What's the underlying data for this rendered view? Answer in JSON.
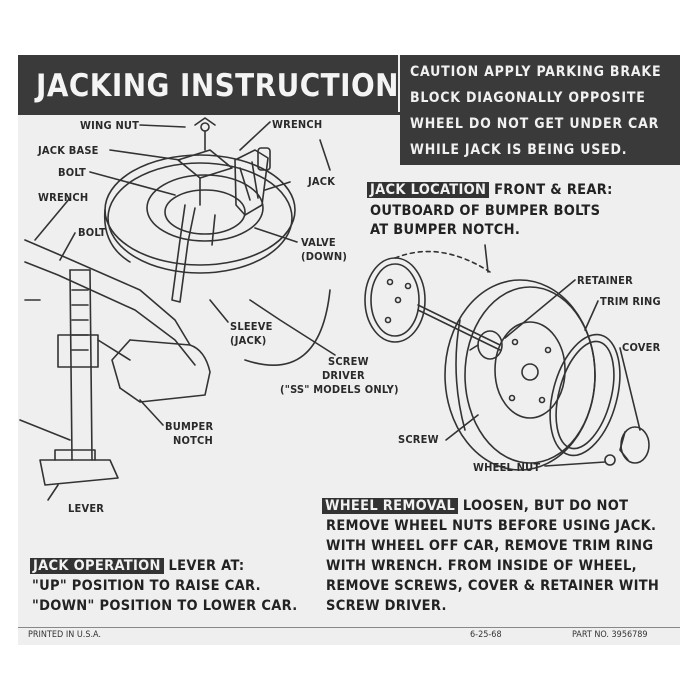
{
  "header": {
    "title": "JACKING INSTRUCTIONS",
    "caution_lines": [
      "CAUTION  APPLY  PARKING  BRAKE",
      "BLOCK  DIAGONALLY  OPPOSITE",
      "WHEEL  DO  NOT  GET  UNDER  CAR",
      "WHILE  JACK  IS  BEING  USED."
    ]
  },
  "labels": {
    "wing_nut": "WING NUT",
    "wrench_top": "WRENCH",
    "jack_base": "JACK BASE",
    "bolt_top": "BOLT",
    "jack": "JACK",
    "wrench_left": "WRENCH",
    "bolt_left": "BOLT",
    "valve": "VALVE",
    "valve_sub": "(DOWN)",
    "sleeve": "SLEEVE",
    "sleeve_sub": "(JACK)",
    "screw_driver": "SCREW",
    "screw_driver_2": "DRIVER",
    "ss_models": "(\"SS\" MODELS ONLY)",
    "bumper": "BUMPER",
    "notch": "NOTCH",
    "lever": "LEVER",
    "retainer": "RETAINER",
    "trim_ring": "TRIM RING",
    "cover": "COVER",
    "screw": "SCREW",
    "wheel_nut": "WHEEL NUT"
  },
  "jack_location": {
    "tag": "JACK LOCATION",
    "line1": "FRONT & REAR:",
    "line2": "OUTBOARD OF BUMPER BOLTS",
    "line3": "AT BUMPER NOTCH."
  },
  "wheel_removal": {
    "tag": "WHEEL REMOVAL",
    "line1": "LOOSEN, BUT DO NOT",
    "line2": "REMOVE WHEEL NUTS BEFORE USING JACK.",
    "line3": "WITH WHEEL OFF CAR, REMOVE TRIM RING",
    "line4": "WITH WRENCH. FROM INSIDE OF WHEEL,",
    "line5": "REMOVE SCREWS, COVER & RETAINER WITH",
    "line6": "SCREW DRIVER."
  },
  "jack_operation": {
    "tag": "JACK OPERATION",
    "line1": "LEVER AT:",
    "line2": "\"UP\" POSITION TO RAISE CAR.",
    "line3": "\"DOWN\" POSITION TO LOWER CAR."
  },
  "footer": {
    "printed": "PRINTED IN U.S.A.",
    "date": "6-25-68",
    "part": "PART NO. 3956789"
  }
}
